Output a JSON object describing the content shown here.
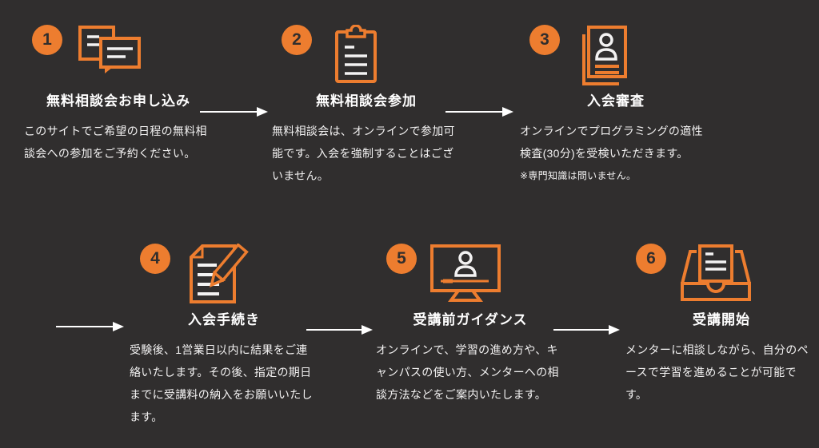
{
  "page": {
    "background_color": "#302E2E",
    "accent_color": "#ED7D2F",
    "text_color": "#FFFFFF",
    "arrow_color": "#FFFFFF",
    "description": "6-step enrollment flow diagram"
  },
  "steps": [
    {
      "number": "1",
      "title": "無料相談会お申し込み",
      "description": "このサイトでご希望の日程の無料相\n談会への参加をご予約ください。",
      "icon": "chat-bubbles-icon"
    },
    {
      "number": "2",
      "title": "無料相談会参加",
      "description": "無料相談会は、オンラインで参加可\n能です。入会を強制することはござ\nいません。",
      "icon": "clipboard-icon"
    },
    {
      "number": "3",
      "title": "入会審査",
      "description": "オンラインでプログラミングの適性\n検査(30分)を受検いただきます。",
      "note": "※専門知識は問いません。",
      "icon": "applicant-card-icon"
    },
    {
      "number": "4",
      "title": "入会手続き",
      "description": "受験後、1営業日以内に結果をご連\n絡いたします。その後、指定の期日\nまでに受講料の納入をお願いいたし\nます。",
      "icon": "document-pencil-icon"
    },
    {
      "number": "5",
      "title": "受講前ガイダンス",
      "description": "オンラインで、学習の進め方や、キ\nャンパスの使い方、メンターへの相\n談方法などをご案内いたします。",
      "icon": "monitor-person-icon"
    },
    {
      "number": "6",
      "title": "受講開始",
      "description": "メンターに相談しながら、自分のペ\nースで学習を進めることが可能で\nす。",
      "icon": "inbox-document-icon"
    }
  ]
}
